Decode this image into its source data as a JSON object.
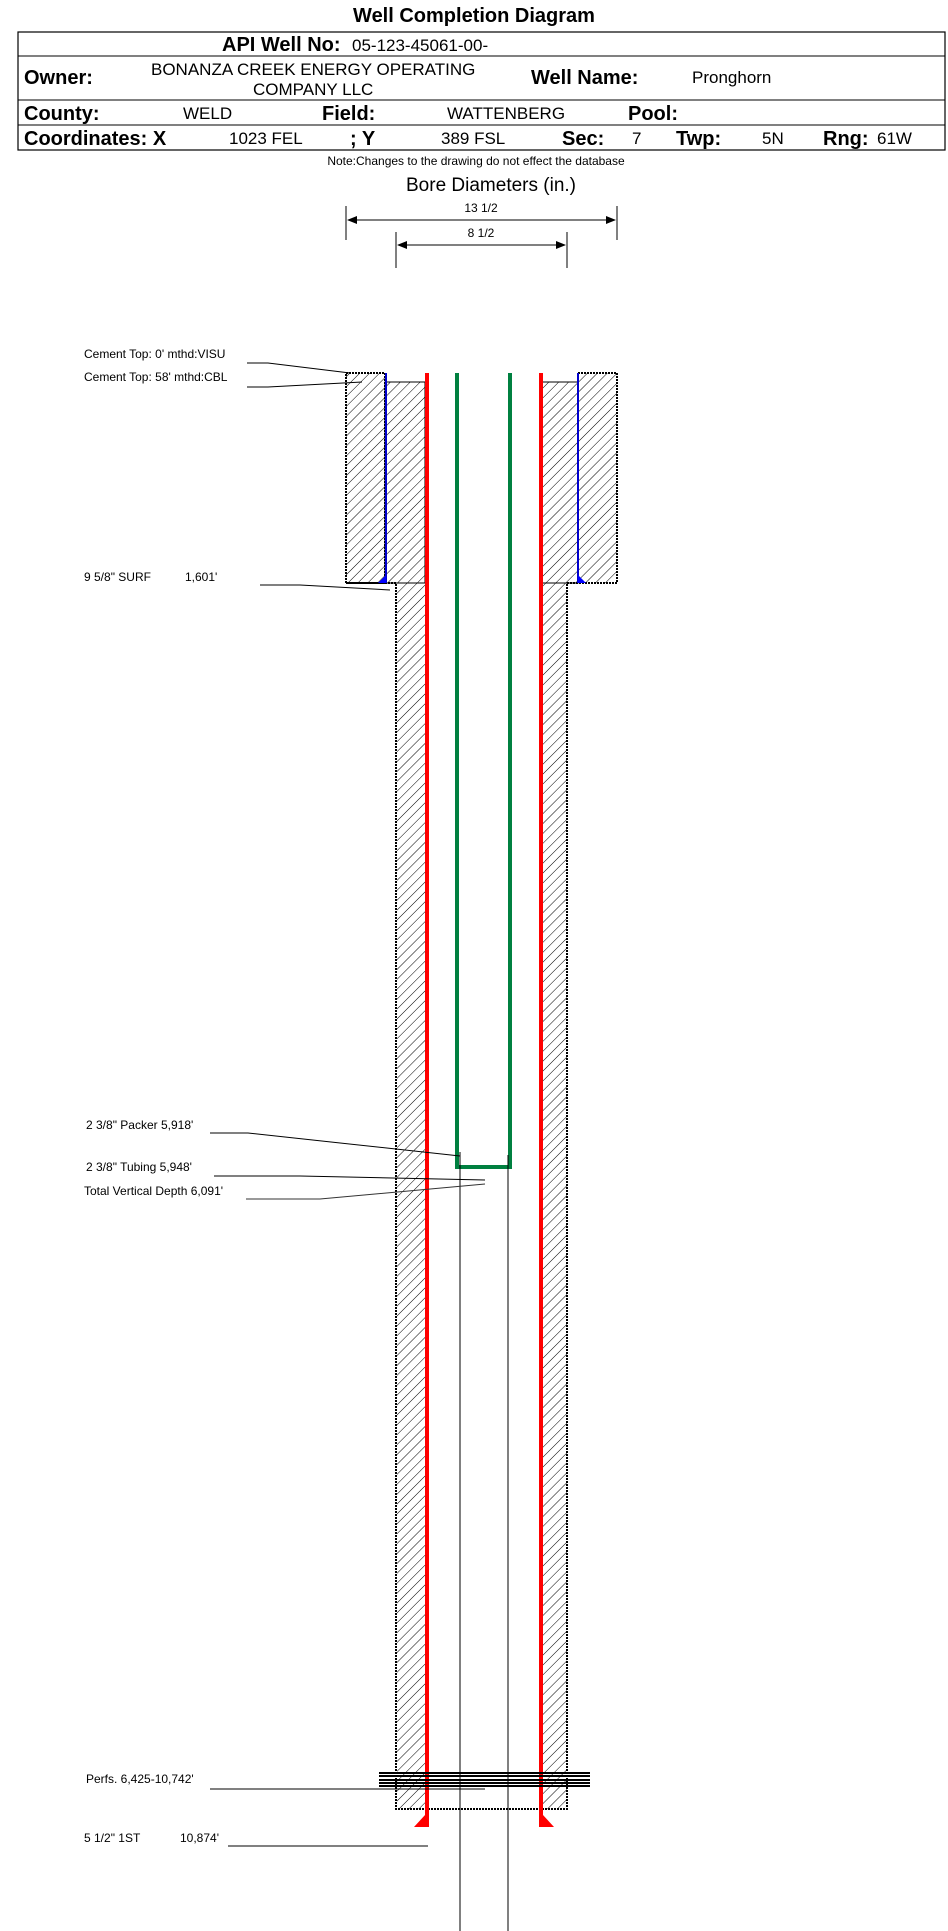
{
  "title": "Well Completion Diagram",
  "header": {
    "api_label": "API Well No:",
    "api_value": "05-123-45061-00-",
    "owner_label": "Owner:",
    "owner_value_line1": "BONANZA CREEK ENERGY OPERATING",
    "owner_value_line2": "COMPANY LLC",
    "well_name_label": "Well Name:",
    "well_name_value": "Pronghorn",
    "county_label": "County:",
    "county_value": "WELD",
    "field_label": "Field:",
    "field_value": "WATTENBERG",
    "pool_label": "Pool:",
    "coords_label": "Coordinates: X",
    "x_value": "1023 FEL",
    "y_label": "; Y",
    "y_value": "389 FSL",
    "sec_label": "Sec:",
    "sec_value": "7",
    "twp_label": "Twp:",
    "twp_value": "5N",
    "rng_label": "Rng:",
    "rng_value": "61W"
  },
  "note": "Note:Changes to the drawing do not effect the database",
  "bore": {
    "title": "Bore Diameters (in.)",
    "outer": "13 1/2",
    "inner": "8 1/2"
  },
  "annotations": {
    "cement_top_1": "Cement Top: 0' mthd:VISU",
    "cement_top_2": "Cement Top: 58' mthd:CBL",
    "surface_casing": "9 5/8\" SURF",
    "surface_depth": "1,601'",
    "packer": "2 3/8\" Packer 5,918'",
    "tubing": "2 3/8\" Tubing 5,948'",
    "tvd": "Total Vertical Depth 6,091'",
    "perfs": "Perfs. 6,425-10,742'",
    "production_casing": "5 1/2\" 1ST",
    "production_depth": "10,874'"
  },
  "colors": {
    "production_casing": "#ff0000",
    "tubing": "#008040",
    "surface_casing": "#0000cc"
  }
}
